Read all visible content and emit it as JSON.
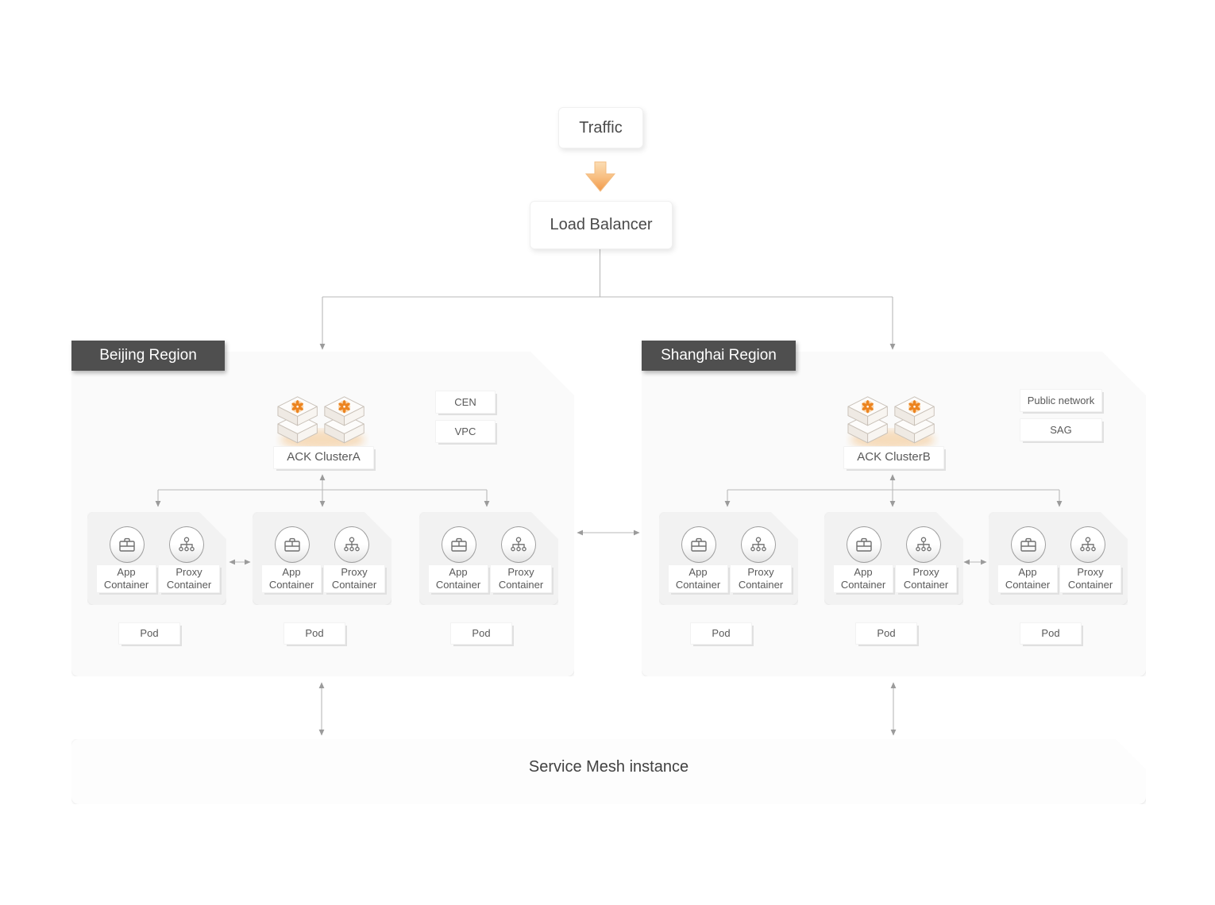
{
  "traffic_label": "Traffic",
  "load_balancer_label": "Load Balancer",
  "service_mesh_label": "Service Mesh instance",
  "regions": [
    {
      "name": "Beijing Region",
      "cluster_label": "ACK ClusterA",
      "side_labels": [
        "CEN",
        "VPC"
      ],
      "pods": [
        {
          "app_container": "App Container",
          "proxy_container": "Proxy Container",
          "label": "Pod"
        },
        {
          "app_container": "App Container",
          "proxy_container": "Proxy Container",
          "label": "Pod"
        },
        {
          "app_container": "App Container",
          "proxy_container": "Proxy Container",
          "label": "Pod"
        }
      ]
    },
    {
      "name": "Shanghai Region",
      "cluster_label": "ACK ClusterB",
      "side_labels": [
        "Public network",
        "SAG"
      ],
      "pods": [
        {
          "app_container": "App Container",
          "proxy_container": "Proxy Container",
          "label": "Pod"
        },
        {
          "app_container": "App Container",
          "proxy_container": "Proxy Container",
          "label": "Pod"
        },
        {
          "app_container": "App Container",
          "proxy_container": "Proxy Container",
          "label": "Pod"
        }
      ]
    }
  ],
  "icons": {
    "traffic_flow": "orange-down-arrow-icon",
    "cluster": "ack-cluster-cubes-icon",
    "app_container": "briefcase-icon",
    "proxy_container": "network-tree-icon"
  },
  "colors": {
    "accent_orange": "#EE8A2E",
    "flower_orange": "#EC8420",
    "header_bg": "#4F4F4F",
    "header_text": "#FFFFFF",
    "connector_gray": "#B8B8B8",
    "arrowhead_gray": "#9B9B9B",
    "label_text": "#595959",
    "region_fill": "#FAFAFA",
    "pod_fill": "#F2F2F2"
  }
}
